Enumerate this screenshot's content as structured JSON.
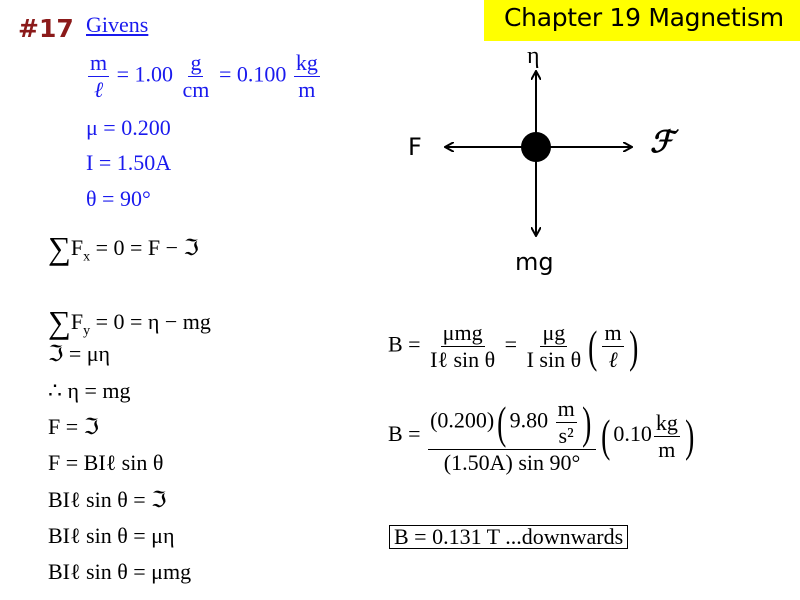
{
  "header": {
    "chapter_title": "Chapter 19 Magnetism",
    "problem_number": "#17",
    "banner_color": "#ffff00",
    "problem_number_color": "#8b1a1a"
  },
  "givens": {
    "title": "Givens",
    "color": "#1a1aee",
    "linear_density": {
      "lhs_num": "m",
      "lhs_den": "ℓ",
      "value1": "= 1.00",
      "unit1_num": "g",
      "unit1_den": "cm",
      "value2": "= 0.100",
      "unit2_num": "kg",
      "unit2_den": "m"
    },
    "mu": "μ = 0.200",
    "current": "I = 1.50A",
    "theta": "θ = 90°"
  },
  "diagram": {
    "label_up": "η",
    "label_down": "mg",
    "label_left": "F",
    "label_right": "ℱ"
  },
  "sum_fx": {
    "sigma": "∑",
    "var": "F",
    "sub": "x",
    "rest": " = 0 = F − ℑ"
  },
  "sum_fy": {
    "sigma": "∑",
    "var": "F",
    "sub": "y",
    "rest": " = 0 = η − mg"
  },
  "derivation": [
    "ℑ = μη",
    "∴ η = mg",
    "F = ℑ",
    "F = BIℓ sin θ",
    "BIℓ sin θ = ℑ",
    "BIℓ sin θ = μη",
    "BIℓ sin θ = μmg"
  ],
  "formula1": {
    "lhs": "B =",
    "f1_num": "μmg",
    "f1_den": "Iℓ sin θ",
    "eq": "=",
    "f2_num": "μg",
    "f2_den": "I sin θ",
    "f3_num": "m",
    "f3_den": "ℓ"
  },
  "formula2": {
    "lhs": "B =",
    "num_coef": "(0.200)",
    "g_value": "9.80",
    "g_unit_num": "m",
    "g_unit_den": "s²",
    "den": "(1.50A) sin 90°",
    "density_value": "0.10",
    "density_unit_num": "kg",
    "density_unit_den": "m"
  },
  "answer": "B = 0.131 T ...downwards"
}
